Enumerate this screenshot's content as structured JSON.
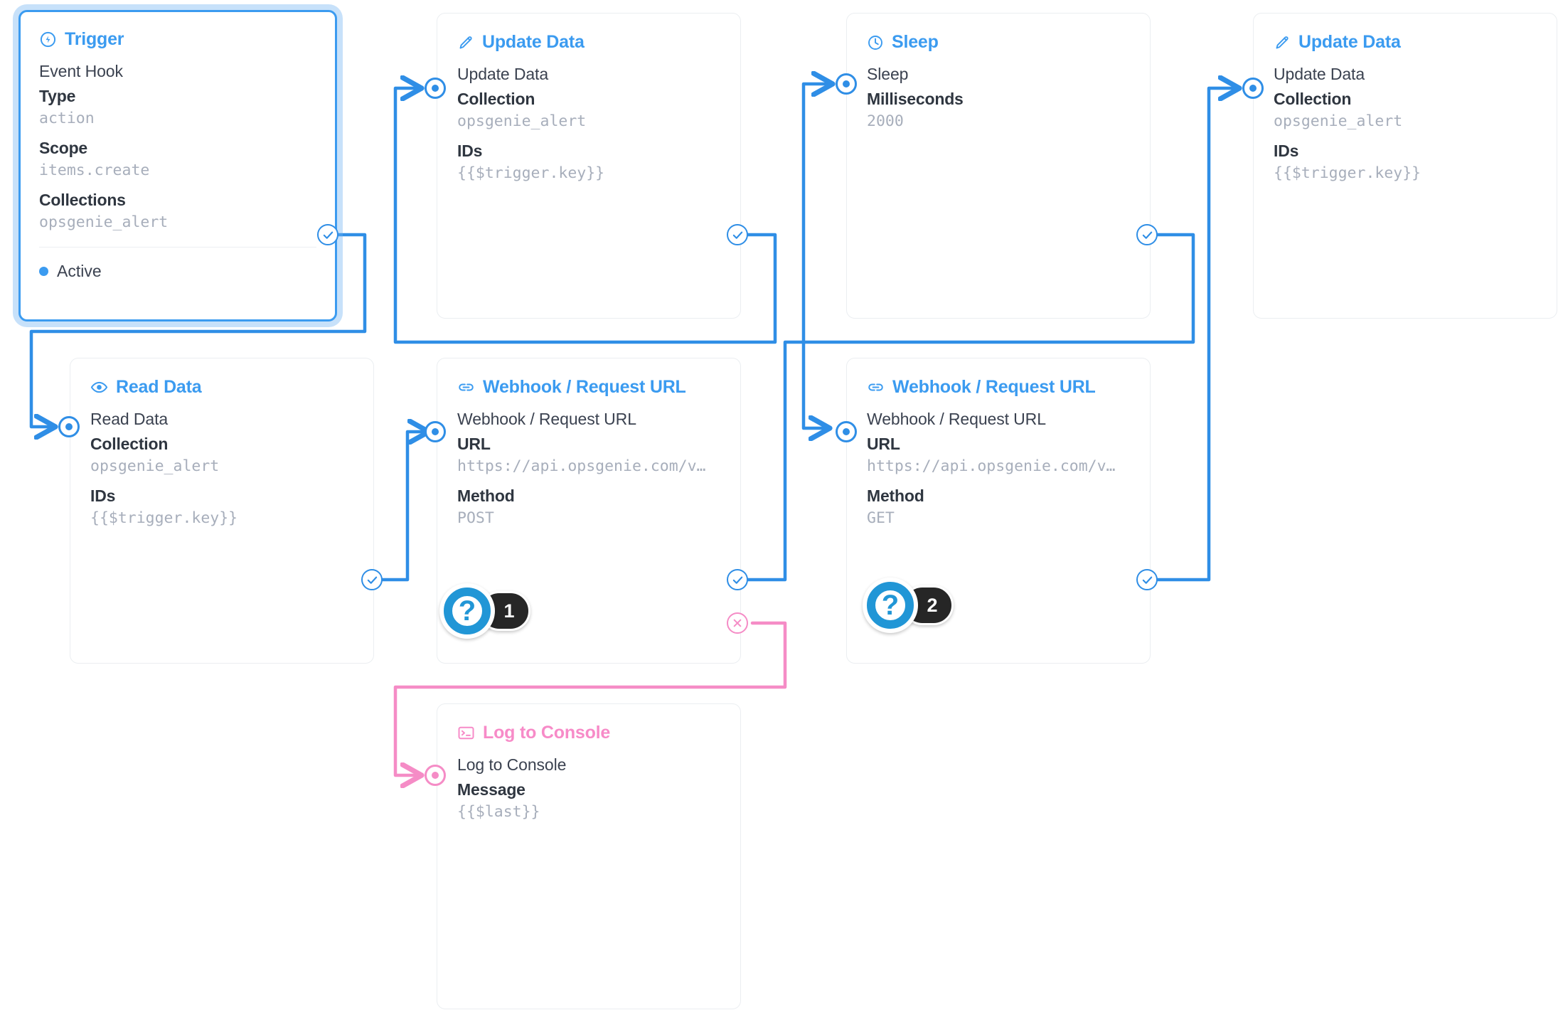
{
  "colors": {
    "accent": "#3b9bf0",
    "wire": "#2f8ee6",
    "reject": "#f58cc6",
    "pink_label": "#f78bc8",
    "value_text": "#a7aebb",
    "label_text": "#2f3640",
    "badge_bg": "#262626",
    "card_border": "#ebeef1"
  },
  "nodes": {
    "trigger": {
      "header": "Trigger",
      "icon": "lightning-circle-icon",
      "row_title": "Event Hook",
      "fields": [
        {
          "label": "Type",
          "value": "action"
        },
        {
          "label": "Scope",
          "value": "items.create"
        },
        {
          "label": "Collections",
          "value": "opsgenie_alert"
        }
      ],
      "status": "Active"
    },
    "update_data_1": {
      "header": "Update Data",
      "icon": "pencil-icon",
      "row_title": "Update Data",
      "fields": [
        {
          "label": "Collection",
          "value": "opsgenie_alert"
        },
        {
          "label": "IDs",
          "value": "{{$trigger.key}}"
        }
      ]
    },
    "sleep": {
      "header": "Sleep",
      "icon": "clock-icon",
      "row_title": "Sleep",
      "fields": [
        {
          "label": "Milliseconds",
          "value": "2000"
        }
      ]
    },
    "update_data_2": {
      "header": "Update Data",
      "icon": "pencil-icon",
      "row_title": "Update Data",
      "fields": [
        {
          "label": "Collection",
          "value": "opsgenie_alert"
        },
        {
          "label": "IDs",
          "value": "{{$trigger.key}}"
        }
      ]
    },
    "read_data": {
      "header": "Read Data",
      "icon": "eye-icon",
      "row_title": "Read Data",
      "fields": [
        {
          "label": "Collection",
          "value": "opsgenie_alert"
        },
        {
          "label": "IDs",
          "value": "{{$trigger.key}}"
        }
      ]
    },
    "webhook_post": {
      "header": "Webhook / Request URL",
      "icon": "link-icon",
      "row_title": "Webhook / Request URL",
      "fields": [
        {
          "label": "URL",
          "value": "https://api.opsgenie.com/v…"
        },
        {
          "label": "Method",
          "value": "POST"
        }
      ]
    },
    "webhook_get": {
      "header": "Webhook / Request URL",
      "icon": "link-icon",
      "row_title": "Webhook / Request URL",
      "fields": [
        {
          "label": "URL",
          "value": "https://api.opsgenie.com/v…"
        },
        {
          "label": "Method",
          "value": "GET"
        }
      ]
    },
    "log_console": {
      "header": "Log to Console",
      "icon": "terminal-icon",
      "row_title": "Log to Console",
      "fields": [
        {
          "label": "Message",
          "value": "{{$last}}"
        }
      ]
    }
  },
  "hints": [
    {
      "glyph": "?",
      "number": "1"
    },
    {
      "glyph": "?",
      "number": "2"
    }
  ]
}
